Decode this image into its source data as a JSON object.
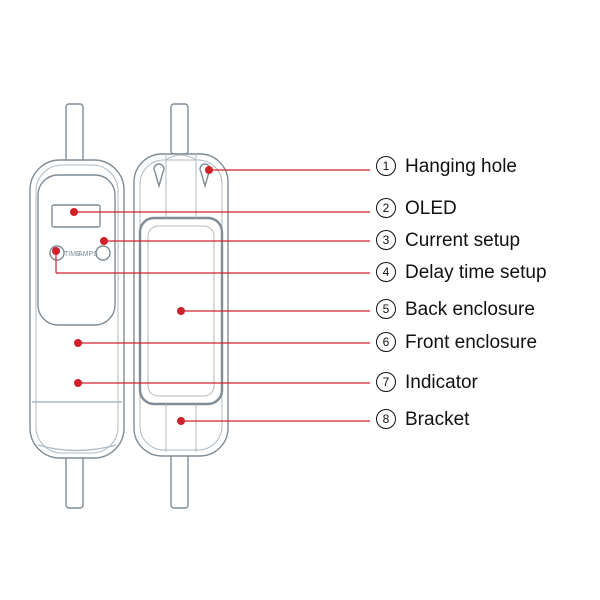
{
  "device_text": {
    "time_button": "TIME",
    "amps_button": "AMPS"
  },
  "colors": {
    "outline": "#7f8c96",
    "outline_light": "#aeb9c2",
    "leader": "#d0202a",
    "dot": "#d0202a",
    "text": "#111111"
  },
  "labels": [
    {
      "num": "1",
      "text": "Hanging hole"
    },
    {
      "num": "2",
      "text": "OLED"
    },
    {
      "num": "3",
      "text": "Current setup"
    },
    {
      "num": "4",
      "text": "Delay time setup"
    },
    {
      "num": "5",
      "text": "Back enclosure"
    },
    {
      "num": "6",
      "text": "Front enclosure"
    },
    {
      "num": "7",
      "text": "Indicator"
    },
    {
      "num": "8",
      "text": "Bracket"
    }
  ]
}
